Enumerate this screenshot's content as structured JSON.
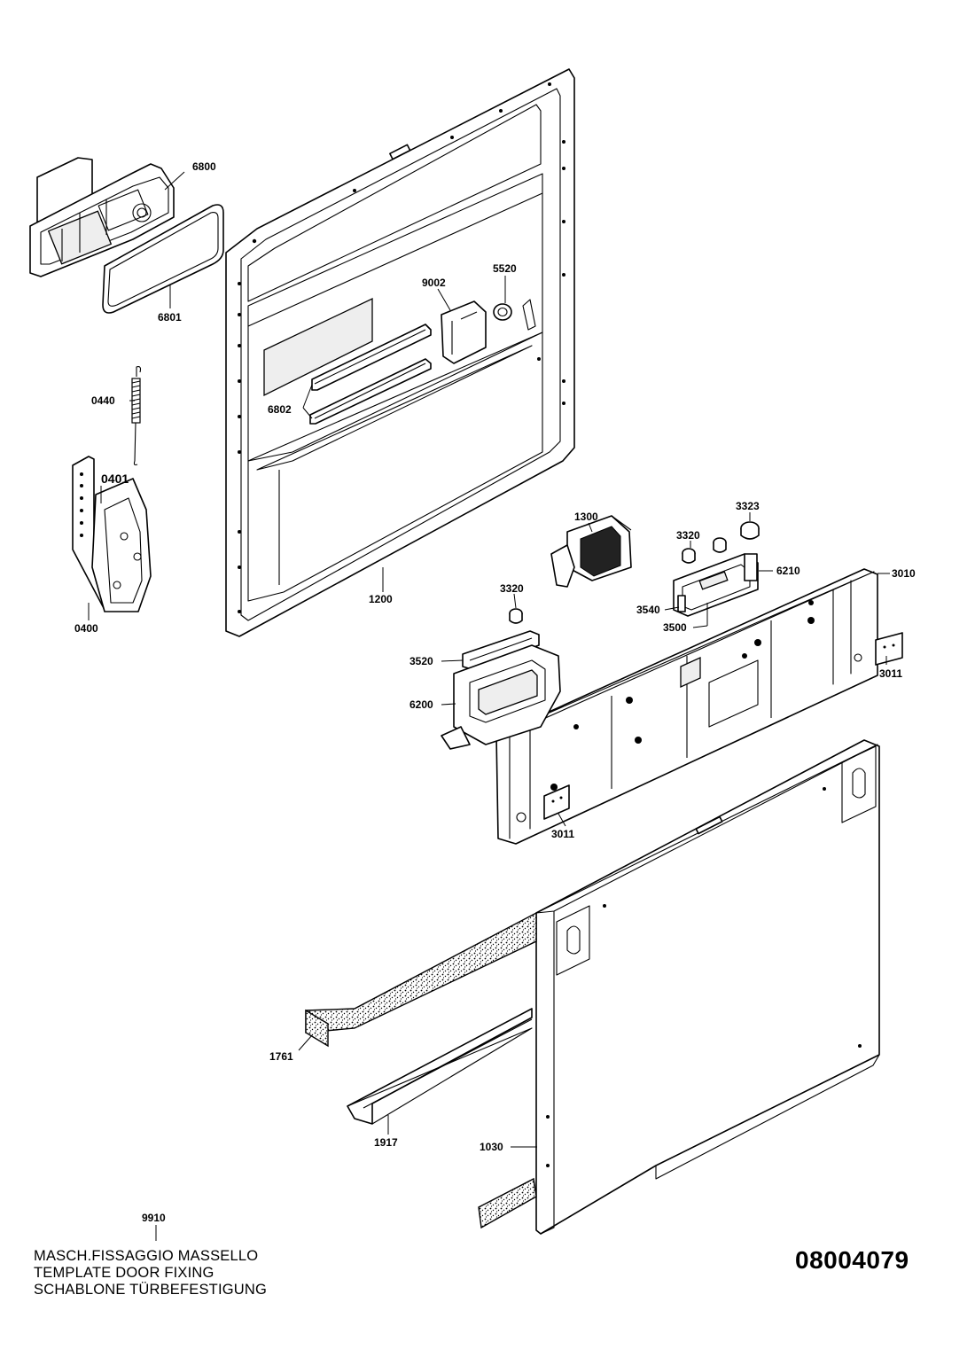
{
  "parts": {
    "p6800": "6800",
    "p6801": "6801",
    "p9002": "9002",
    "p5520": "5520",
    "p0440": "0440",
    "p6802": "6802",
    "p0401": "0401",
    "p0400": "0400",
    "p1200": "1200",
    "p1300": "1300",
    "p3323": "3323",
    "p3320a": "3320",
    "p6210": "6210",
    "p3010": "3010",
    "p3320b": "3320",
    "p3540": "3540",
    "p3500": "3500",
    "p3520": "3520",
    "p3011a": "3011",
    "p6200": "6200",
    "p3011b": "3011",
    "p1761": "1761",
    "p1917": "1917",
    "p1030": "1030",
    "p9910": "9910"
  },
  "template": {
    "line1": "MASCH.FISSAGGIO MASSELLO",
    "line2": "TEMPLATE DOOR FIXING",
    "line3": "SCHABLONE TÜRBEFESTIGUNG"
  },
  "drawing_number": "08004079"
}
